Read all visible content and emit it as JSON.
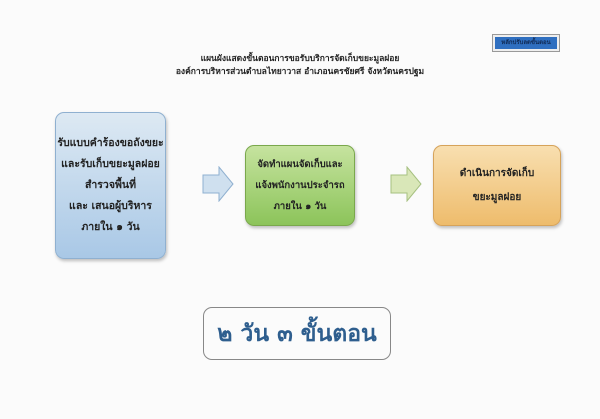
{
  "badge": {
    "label": "หลักปรับลดขั้นตอน",
    "color": "#2f6fc0"
  },
  "header": {
    "line1": "แผนผังแสดงขั้นตอนการขอรับบริการจัดเก็บขยะมูลฝอย",
    "line2": "องค์การบริหารส่วนตำบลไทยาวาส อำเภอนครชัยศรี จังหวัดนครปฐม"
  },
  "steps": [
    {
      "lines": [
        "รับแบบคำร้องขอถังขยะ",
        "และรับเก็บขยะมูลฝอย",
        "สำรวจพื้นที่",
        "และ เสนอผู้บริหาร",
        "ภายใน ๑ วัน"
      ]
    },
    {
      "lines": [
        "จัดทำแผนจัดเก็บและ",
        "แจ้งพนักงานประจำรถ",
        "ภายใน ๑ วัน"
      ]
    },
    {
      "lines": [
        "ดำเนินการจัดเก็บ",
        "ขยะมูลฝอย"
      ]
    }
  ],
  "summary": "๒ วัน ๓ ขั้นตอน"
}
